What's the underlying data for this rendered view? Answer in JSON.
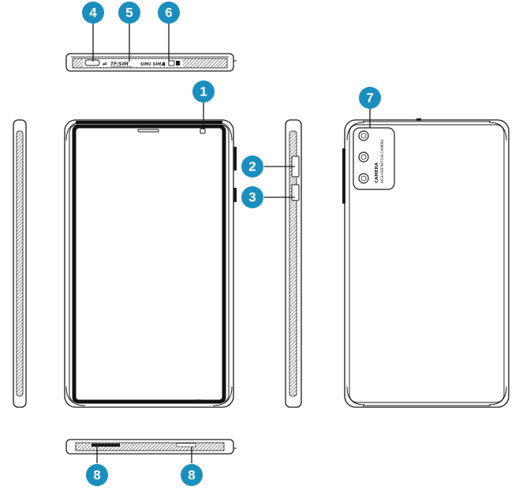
{
  "callouts": [
    {
      "id": "1",
      "label": "1"
    },
    {
      "id": "2",
      "label": "2"
    },
    {
      "id": "3",
      "label": "3"
    },
    {
      "id": "4",
      "label": "4"
    },
    {
      "id": "5",
      "label": "5"
    },
    {
      "id": "6",
      "label": "6"
    },
    {
      "id": "7",
      "label": "7"
    },
    {
      "id": "8a",
      "label": "8"
    },
    {
      "id": "8b",
      "label": "8"
    }
  ],
  "top_edge_text": {
    "tf_label": "TF/SIM",
    "sim_label": "SIM1 SIM2"
  },
  "camera_module": {
    "title": "CAMERA",
    "subtitle": "HIGH DEFINITION CAMERA"
  },
  "colors": {
    "callout": "#1a8fbf",
    "line": "#1a1a1a",
    "hatch": "#555555"
  }
}
